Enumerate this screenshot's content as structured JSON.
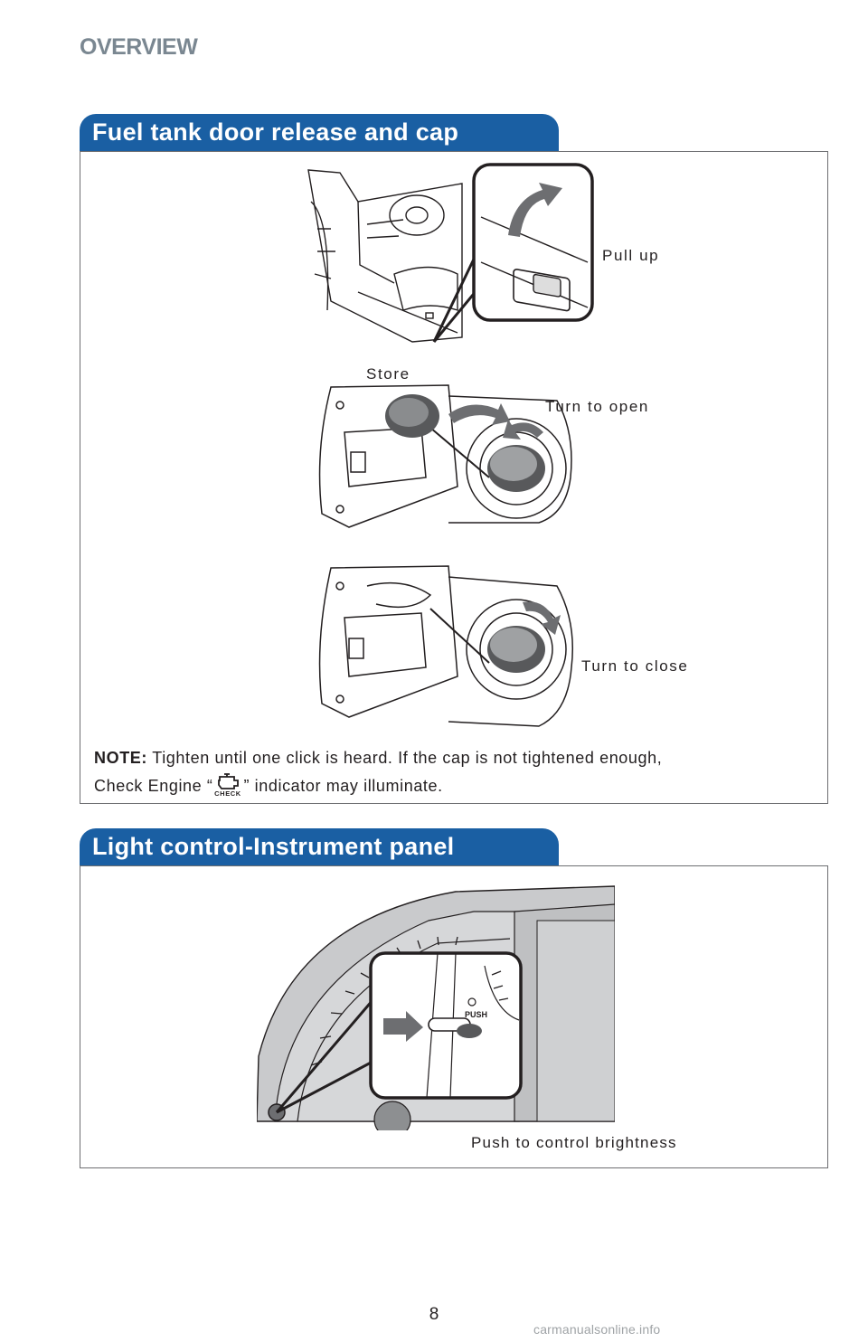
{
  "header": {
    "section": "OVERVIEW"
  },
  "fuel": {
    "title": "Fuel tank door release and cap",
    "labels": {
      "pull_up": "Pull up",
      "store": "Store",
      "turn_to_open": "Turn to open",
      "turn_to_close": "Turn to close"
    },
    "note": {
      "prefix": "NOTE:",
      "line1": " Tighten until one click is heard. If the cap is not tightened enough,",
      "line2_before": "Check Engine “",
      "line2_after": "” indicator may illuminate.",
      "icon_text": "CHECK"
    }
  },
  "light": {
    "title": "Light control-Instrument panel",
    "caption": "Push to control brightness",
    "push_text": "PUSH"
  },
  "page_number": "8",
  "footer": "carmanualsonline.info",
  "colors": {
    "accent": "#1a5fa3",
    "header_gray": "#7a8791",
    "border": "#6d6e71"
  }
}
